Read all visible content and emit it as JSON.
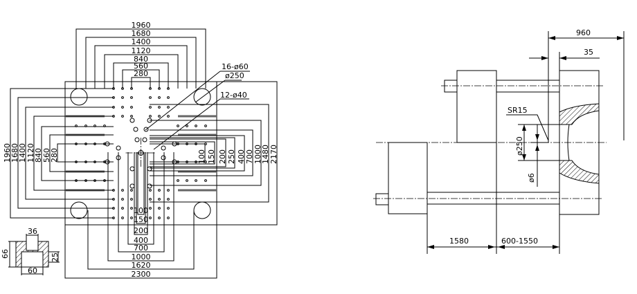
{
  "front_view": {
    "top_dims": [
      "1960",
      "1680",
      "1400",
      "1120",
      "840",
      "560",
      "280"
    ],
    "bottom_dims": [
      "2300",
      "1620",
      "1000",
      "700",
      "400",
      "200",
      "150",
      "100"
    ],
    "left_dims": [
      "1960",
      "1680",
      "1400",
      "1120",
      "840",
      "560",
      "280"
    ],
    "right_dims": [
      "2170",
      "1480",
      "1000",
      "700",
      "400",
      "250",
      "200",
      "150",
      "100"
    ],
    "callouts": {
      "holes": "16-ø60",
      "ring": "ø250",
      "threads": "12-ø40"
    }
  },
  "tslot_profile": {
    "top": "36",
    "height": "66",
    "depth": "25",
    "bottom": "60"
  },
  "side_view": {
    "dim_overall": "960",
    "dim_offset": "35",
    "sr": "SR15",
    "dia_locating": "ø250",
    "dia_nozzle": "ø6",
    "stroke_min": "1580",
    "stroke_range": "600-1550"
  },
  "colors": {
    "line": "#000000",
    "slot": "#666666"
  }
}
